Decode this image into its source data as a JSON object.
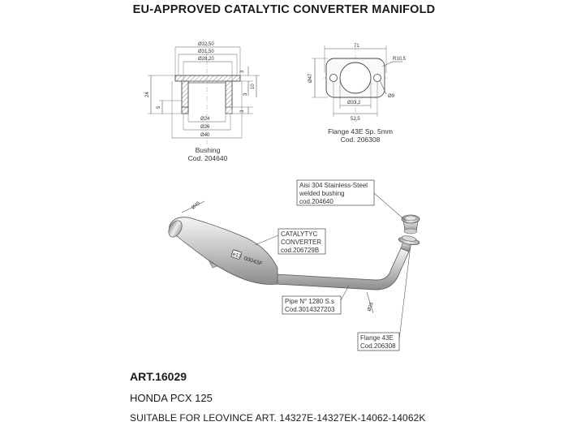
{
  "header": {
    "title": "EU-APPROVED CATALYTIC CONVERTER MANIFOLD"
  },
  "bushing": {
    "dims": [
      "Ø32,50",
      "Ø31,50",
      "Ø28,20",
      "Ø24",
      "Ø26",
      "Ø40",
      "24",
      "5",
      "3",
      "10",
      "3",
      "3"
    ],
    "caption_line1": "Bushing",
    "caption_line2": "Cod. 204640"
  },
  "flange": {
    "dims": [
      "71",
      "Ø47",
      "R10,5",
      "Ø33,2",
      "Ø9",
      "52,5"
    ],
    "caption_line1": "Flange 43E Sp. 5mm",
    "caption_line2": "Cod. 206308"
  },
  "assembly": {
    "dim_pipe_inlet": "Ø45",
    "dim_pipe_tube": "Ø25",
    "stamp_mark": "e13",
    "stamp_code": "00043F",
    "callout_bushing": [
      "Aisi 304 Stainless-Steel",
      "welded bushing",
      "cod.204640"
    ],
    "callout_cat": [
      "CATALYTYC",
      "CONVERTER",
      "cod.206729B"
    ],
    "callout_pipe": [
      "Pipe N° 1280 S.s",
      "Cod.3014327203"
    ],
    "callout_flange": [
      "Flange 43E",
      "Cod.206308"
    ]
  },
  "footer": {
    "art": "ART.16029",
    "model": "HONDA PCX 125",
    "suitable": "SUITABLE FOR LEOVINCE ART. 14327E-14327EK-14062-14062K"
  }
}
